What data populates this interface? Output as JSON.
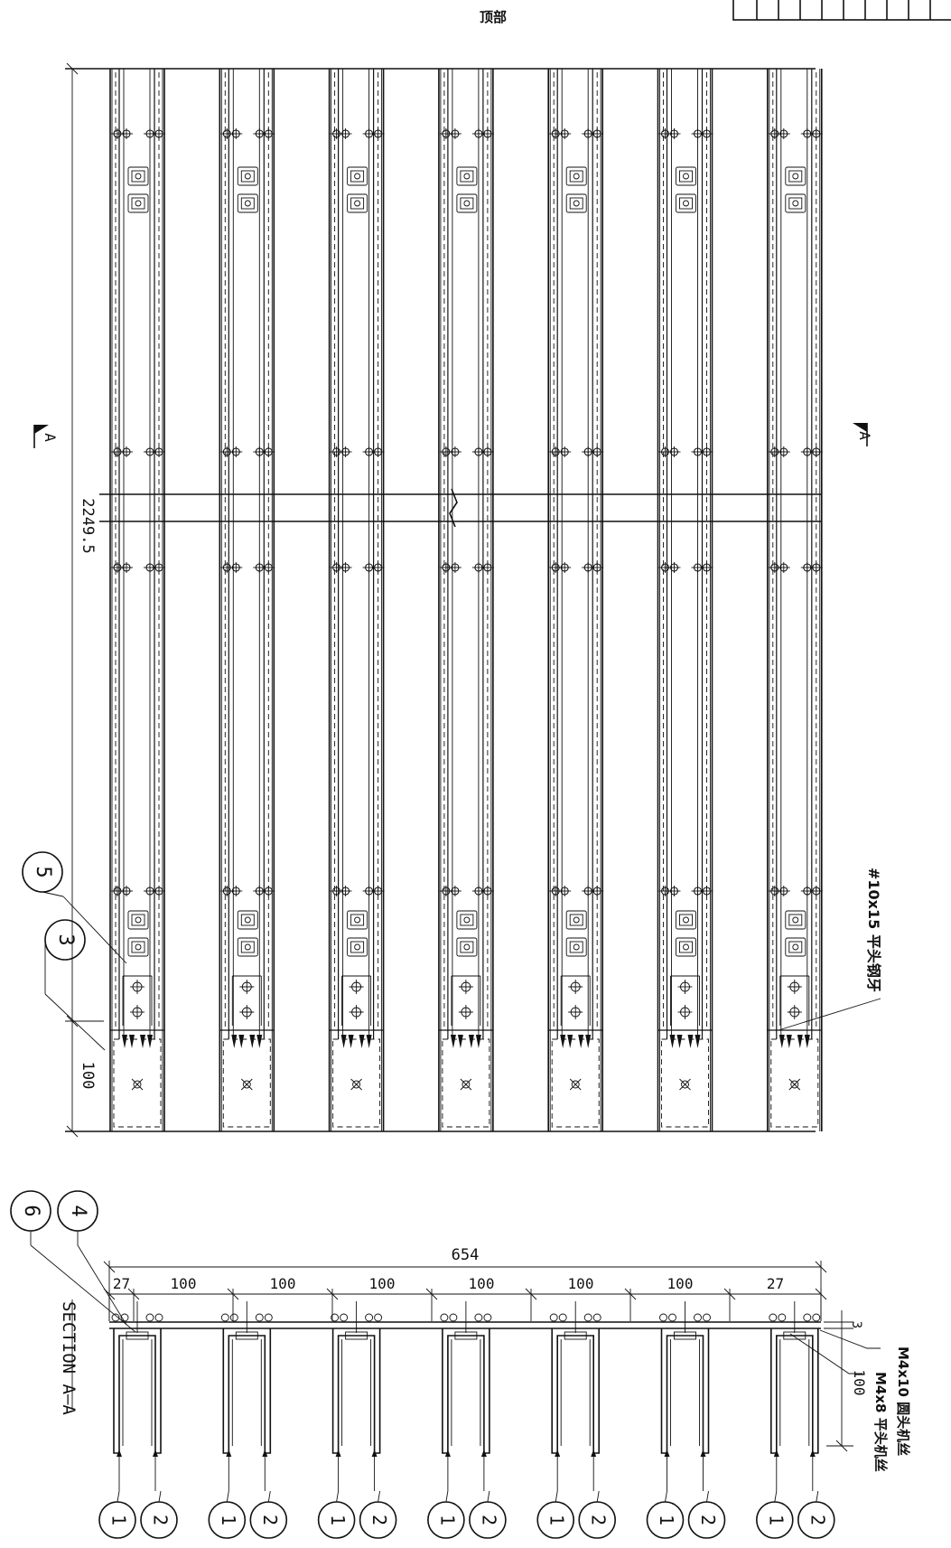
{
  "title": "顶部",
  "plan": {
    "overall_dim": "2249.5",
    "end_dim": "100",
    "section_mark": "A",
    "screw_note": "#10x15 平头钢牙",
    "callouts": [
      "5",
      "3"
    ]
  },
  "section": {
    "label": "SECTION A—A",
    "overall_width": "654",
    "edge_dim": "27",
    "spacing_dim": "100",
    "spacing_count": 6,
    "depth_dim": "100",
    "thickness_dim": "3",
    "note_1": "M4x10 圆头机丝",
    "note_2": "M4x8 平头机丝",
    "callout_left_1": "6",
    "callout_left_2": "4",
    "part_labels": [
      "1",
      "2"
    ],
    "column_count": 7
  },
  "colors": {
    "ink": "#111111",
    "paper": "#ffffff"
  }
}
